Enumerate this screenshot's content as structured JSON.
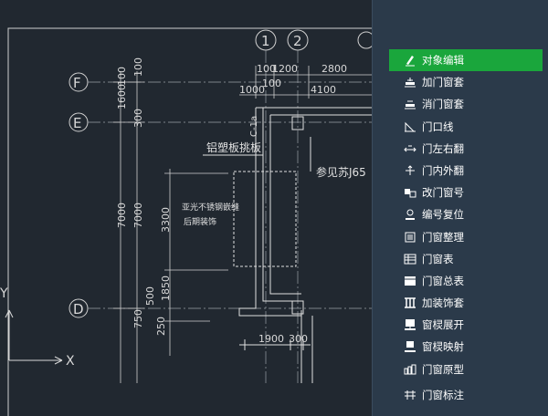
{
  "drawing": {
    "axis_bubbles": [
      "1",
      "2",
      "F",
      "E",
      "D"
    ],
    "dims_top": [
      "100",
      "1200",
      "2800",
      "100",
      "1000",
      "4100"
    ],
    "dims_vertical": [
      "1600",
      "100",
      "100",
      "300",
      "7000",
      "7000",
      "3300",
      "1850",
      "750",
      "500",
      "250"
    ],
    "dims_bottom": [
      "1900",
      "300"
    ],
    "texts": [
      "铝塑板挑板",
      "参见苏J65",
      "亚光不锈钢嵌缝",
      "后期装饰",
      "C-1a"
    ],
    "ucs_x": "X",
    "ucs_y": "Y"
  },
  "menu": {
    "items": [
      {
        "label": "对象编辑",
        "icon": "object-edit-icon",
        "active": true
      },
      {
        "label": "加门窗套",
        "icon": "add-frame-icon",
        "active": false
      },
      {
        "label": "消门窗套",
        "icon": "remove-frame-icon",
        "active": false
      },
      {
        "label": "门口线",
        "icon": "door-line-icon",
        "active": false
      },
      {
        "label": "门左右翻",
        "icon": "flip-lr-icon",
        "active": false
      },
      {
        "label": "门内外翻",
        "icon": "flip-io-icon",
        "active": false
      },
      {
        "label": "改门窗号",
        "icon": "rename-icon",
        "active": false
      },
      {
        "label": "编号复位",
        "icon": "reset-number-icon",
        "active": false
      },
      {
        "label": "门窗整理",
        "icon": "organize-icon",
        "active": false
      },
      {
        "label": "门窗表",
        "icon": "table-icon",
        "active": false
      },
      {
        "label": "门窗总表",
        "icon": "summary-table-icon",
        "active": false
      },
      {
        "label": "加装饰套",
        "icon": "decor-frame-icon",
        "active": false
      },
      {
        "label": "窗棂展开",
        "icon": "lattice-expand-icon",
        "active": false
      },
      {
        "label": "窗棂映射",
        "icon": "lattice-map-icon",
        "active": false
      },
      {
        "label": "门窗原型",
        "icon": "prototype-icon",
        "active": false
      },
      {
        "label": "门窗标注",
        "icon": "annotate-icon",
        "active": false
      }
    ]
  },
  "colors": {
    "canvas_bg": "#212830",
    "panel_bg": "#2b3a4a",
    "active_item": "#1aa63c",
    "line": "#d8d8d8"
  }
}
